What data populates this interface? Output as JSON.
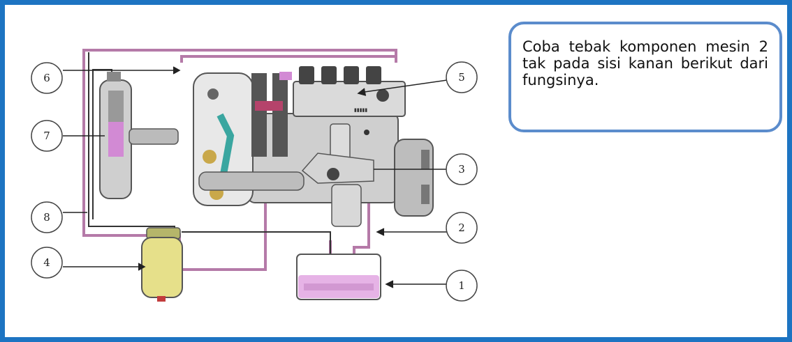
{
  "callout": {
    "text": "Coba tebak komponen mesin 2 tak pada sisi kanan berikut dari fungsinya."
  },
  "labels": [
    "1",
    "2",
    "3",
    "4",
    "5",
    "6",
    "7",
    "8"
  ],
  "colors": {
    "frame_border": "#1d74c2",
    "callout_border": "#5b8ccc",
    "fuel_line": "#b57aa8",
    "tank_fluid": "#e6b3e6",
    "filter_body": "#e6e08a",
    "governor_accent": "#3aa6a0",
    "pump_body": "#d0d0d0"
  },
  "icons": [
    "fuel-tank-icon",
    "fuel-filter-icon",
    "injection-pump-icon",
    "feed-pump-icon",
    "injector-icon",
    "nozzle-icon"
  ]
}
